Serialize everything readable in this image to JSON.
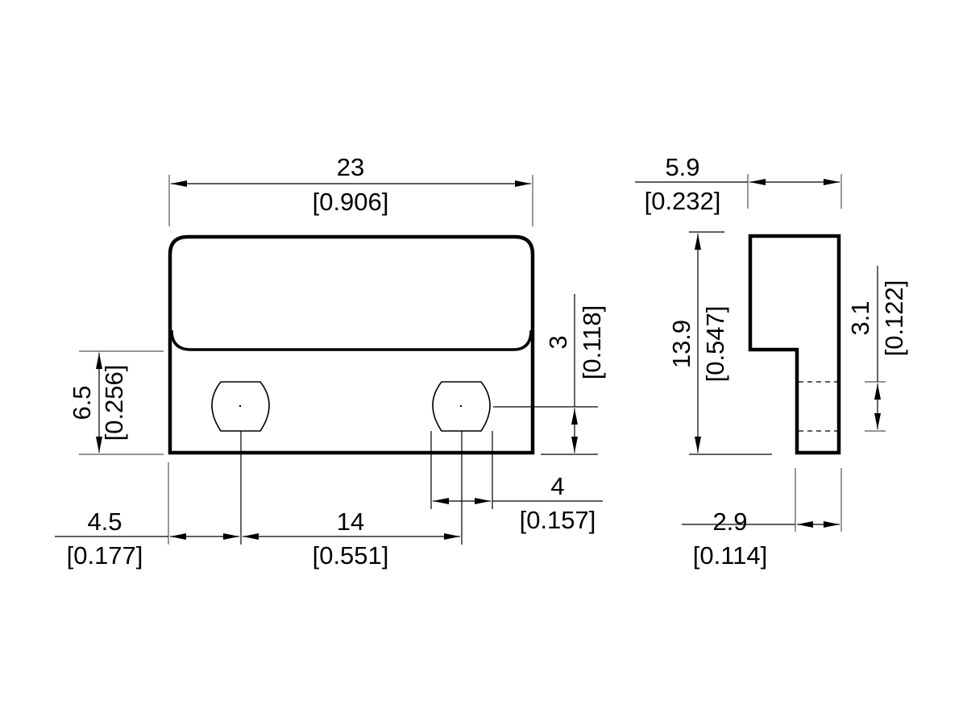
{
  "views": {
    "front": {
      "overall_width": {
        "mm": "23",
        "inch": "[0.906]"
      },
      "slot_height": {
        "mm": "6.5",
        "inch": "[0.256]"
      },
      "hole_offset_height": {
        "mm": "3",
        "inch": "[0.118]"
      },
      "left_hole_position": {
        "mm": "4.5",
        "inch": "[0.177]"
      },
      "hole_spacing": {
        "mm": "14",
        "inch": "[0.551]"
      },
      "hole_width": {
        "mm": "4",
        "inch": "[0.157]"
      }
    },
    "side": {
      "overall_depth": {
        "mm": "5.9",
        "inch": "[0.232]"
      },
      "overall_height": {
        "mm": "13.9",
        "inch": "[0.547]"
      },
      "hole_height": {
        "mm": "3.1",
        "inch": "[0.122]"
      },
      "step_width": {
        "mm": "2.9",
        "inch": "[0.114]"
      }
    }
  }
}
